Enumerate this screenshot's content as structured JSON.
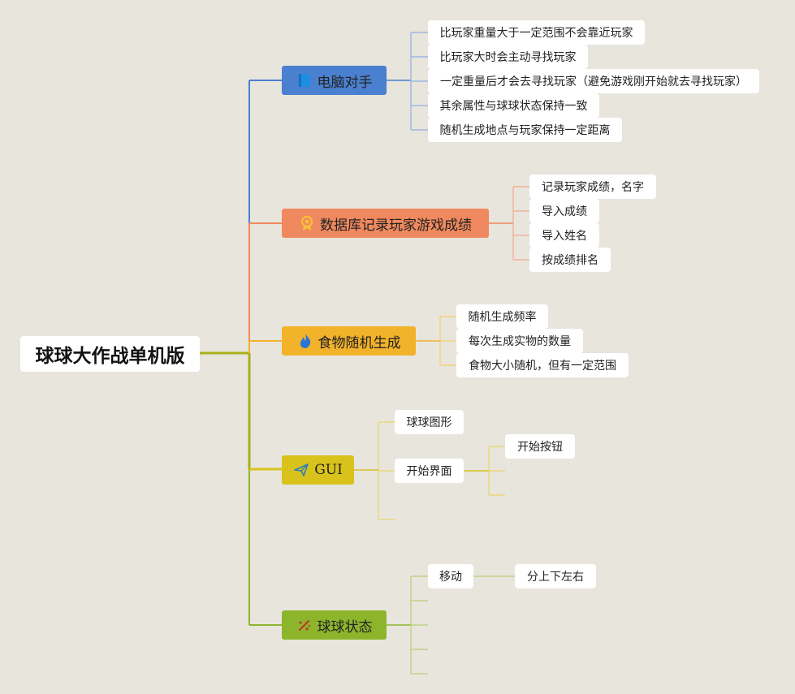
{
  "root": {
    "label": "球球大作战单机版"
  },
  "branches": [
    {
      "label": "电脑对手",
      "icon": "book-icon",
      "color": "#4a80cf",
      "children": [
        "比玩家重量大于一定范围不会靠近玩家",
        "比玩家大时会主动寻找玩家",
        "一定重量后才会去寻找玩家（避免游戏刚开始就去寻找玩家）",
        "其余属性与球球状态保持一致",
        "随机生成地点与玩家保持一定距离"
      ]
    },
    {
      "label": "数据库记录玩家游戏成绩",
      "icon": "medal-icon",
      "color": "#f0895f",
      "children": [
        "记录玩家成绩，名字",
        "导入成绩",
        "导入姓名",
        "按成绩排名"
      ]
    },
    {
      "label": "食物随机生成",
      "icon": "flame-icon",
      "color": "#f2b22a",
      "children": [
        "随机生成频率",
        "每次生成实物的数量",
        "食物大小随机，但有一定范围"
      ]
    },
    {
      "label": "GUI",
      "icon": "paper-plane-icon",
      "color": "#d9c21c",
      "children": [
        "球球图形",
        "开始界面"
      ],
      "grandchildren": [
        "开始按钮"
      ]
    },
    {
      "label": "球球状态",
      "icon": "sparkle-icon",
      "color": "#8db52c",
      "children": [
        "移动"
      ],
      "grandchildren": [
        "分上下左右"
      ]
    }
  ]
}
